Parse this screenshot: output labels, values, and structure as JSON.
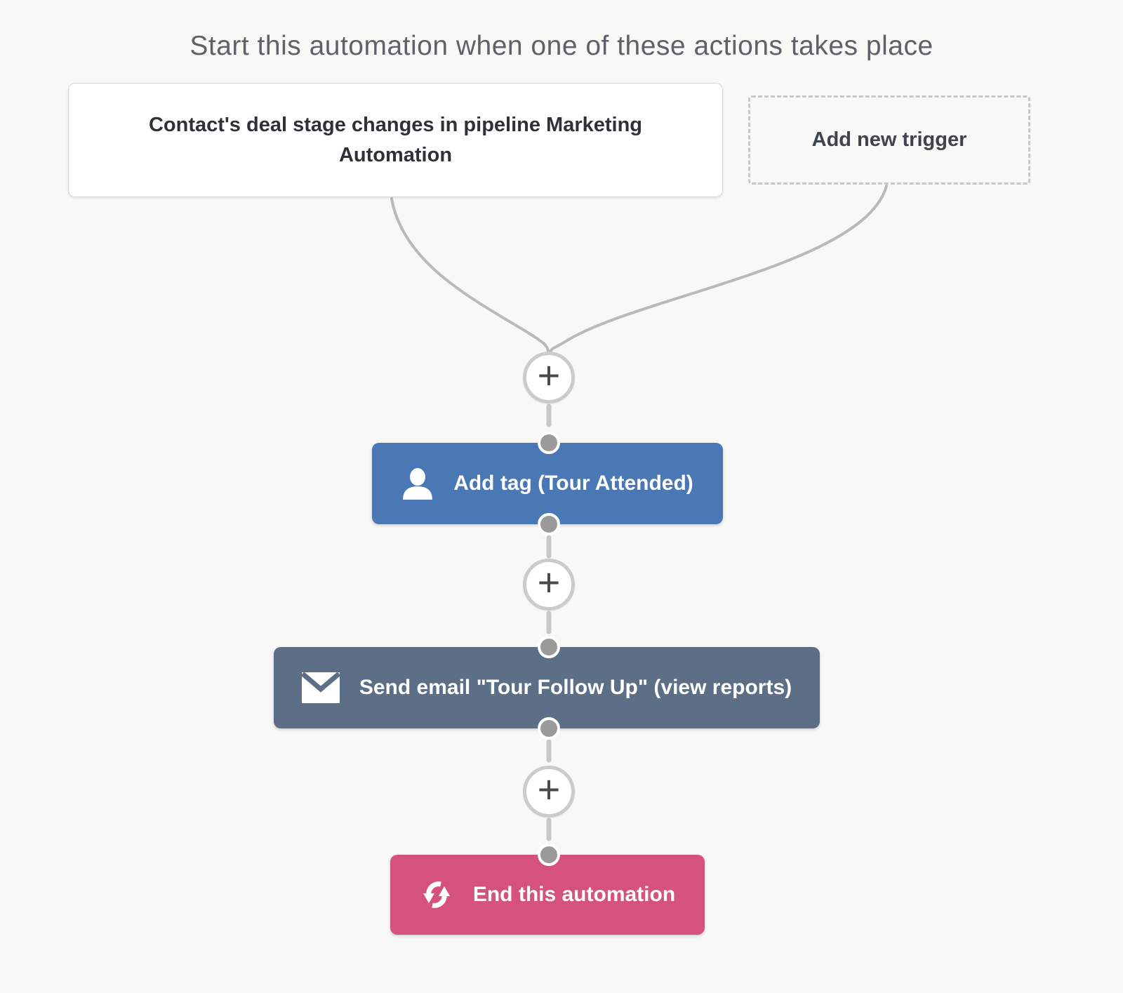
{
  "header": {
    "title": "Start this automation when one of these actions takes place"
  },
  "triggers": {
    "existing_label": "Contact's deal stage changes in pipeline Marketing Automation",
    "add_new_label": "Add new trigger"
  },
  "actions": {
    "add_tag": {
      "label": "Add tag (Tour Attended)",
      "color": "#4a78b4",
      "icon": "contact-icon"
    },
    "send_email": {
      "label": "Send email \"Tour Follow Up\" (view reports)",
      "color": "#5d6e87",
      "icon": "email-icon"
    },
    "end_automation": {
      "label": "End this automation",
      "color": "#d5527a",
      "icon": "loop-arrows-icon"
    }
  },
  "connectors": {
    "plus_glyph": "+",
    "add_step_button_count": 3
  },
  "colors": {
    "canvas_background": "#f8f8f7",
    "connector_line": "#b9b9b9",
    "connector_dashed": "#c7c7c7",
    "node_dot": "#9a9a9a",
    "plus_circle_border": "#cbcbca",
    "plus_glyph_color": "#4a4a4a",
    "header_text": "#5d6268",
    "trigger_border": "#d6d6d3"
  }
}
